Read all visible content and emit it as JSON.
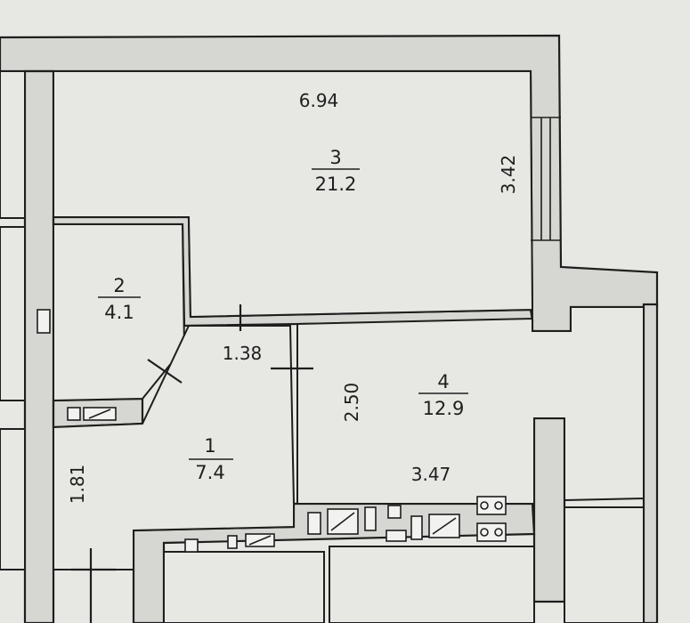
{
  "plan": {
    "rooms": [
      {
        "number": "1",
        "area": "7.4"
      },
      {
        "number": "2",
        "area": "4.1"
      },
      {
        "number": "3",
        "area": "21.2"
      },
      {
        "number": "4",
        "area": "12.9"
      }
    ],
    "dimensions": {
      "room3_width": "6.94",
      "room3_height": "3.42",
      "hall_width": "1.38",
      "room4_height": "2.50",
      "room4_width": "3.47",
      "corridor_height": "1.81"
    }
  },
  "colors": {
    "paper": "#e7e7e4",
    "wall_fill": "#d9d9d5",
    "line": "#1e1e1e"
  }
}
